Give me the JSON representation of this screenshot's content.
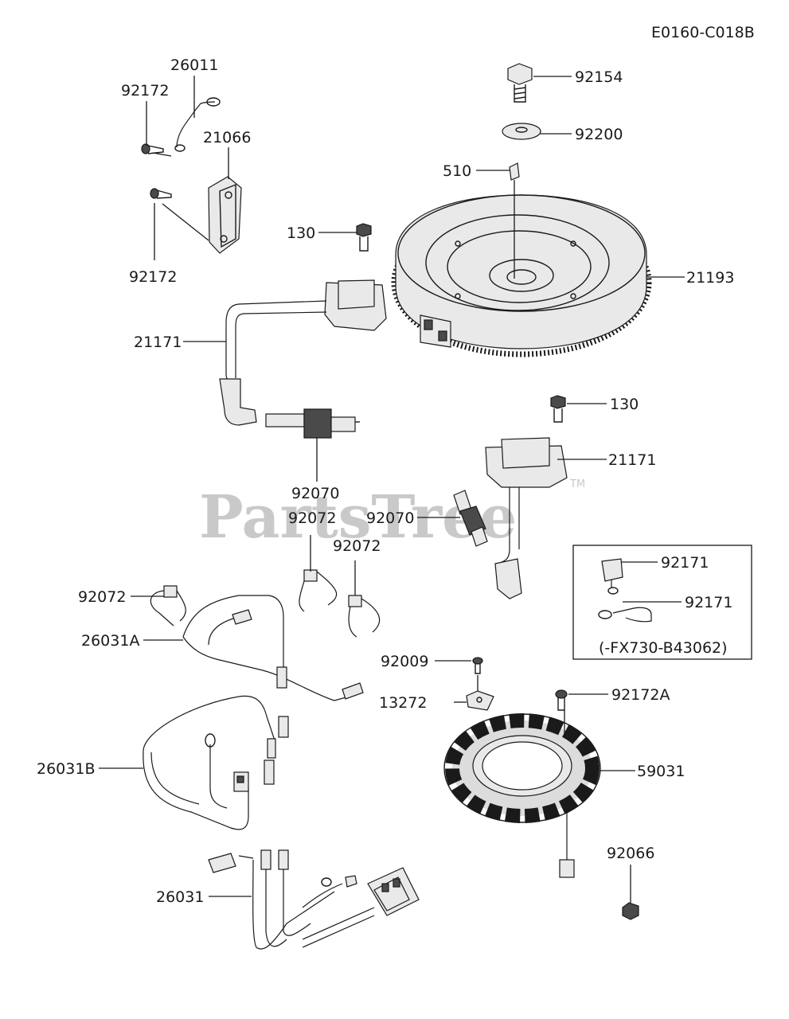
{
  "diagram_code": "E0160-C018B",
  "watermark": {
    "text": "PartsTree",
    "mark": "TM"
  },
  "callouts": {
    "p26011": "26011",
    "p92172_top": "92172",
    "p21066": "21066",
    "p92172_bottom": "92172",
    "p92154": "92154",
    "p92200": "92200",
    "p510": "510",
    "p130_top": "130",
    "p21193": "21193",
    "p21171_left": "21171",
    "p130_right": "130",
    "p21171_right": "21171",
    "p92070_left": "92070",
    "p92072_a": "92072",
    "p92072_b": "92072",
    "p92070_right": "92070",
    "p92072_c": "92072",
    "p26031A": "26031A",
    "p92171_a": "92171",
    "p92171_b": "92171",
    "p92009": "92009",
    "p13272": "13272",
    "p92172A": "92172A",
    "p26031B": "26031B",
    "p59031": "59031",
    "p92066": "92066",
    "p26031": "26031"
  },
  "inset": {
    "note": "(-FX730-B43062)"
  }
}
